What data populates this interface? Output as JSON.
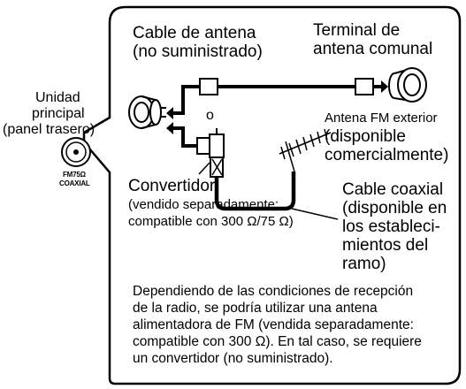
{
  "unit": {
    "line1": "Unidad",
    "line2": "principal",
    "line3": "(panel trasero)",
    "jack_label1": "FM75Ω",
    "jack_label2": "COAXIAL"
  },
  "antenna_cable": {
    "line1": "Cable de antena",
    "line2": "(no suministrado)"
  },
  "community_terminal": {
    "line1": "Terminal de",
    "line2": "antena comunal"
  },
  "or_label": "o",
  "outdoor_antenna": {
    "line1": "Antena FM exterior",
    "line2": "(disponible",
    "line3": "comercialmente)"
  },
  "converter": {
    "title": "Convertidor",
    "line1": "(vendido separadamente:",
    "line2": "compatible con 300 Ω/75 Ω)"
  },
  "coax_cable": {
    "line1": "Cable coaxial",
    "line2": "(disponible en",
    "line3": "los estableci-",
    "line4": "mientos del",
    "line5": "ramo)"
  },
  "note": {
    "line1": "Dependiendo de las condiciones de recepción",
    "line2": "de la radio, se podría utilizar una antena",
    "line3": "alimentadora de FM (vendida separadamente:",
    "line4": "compatible con 300 Ω). En tal caso, se requiere",
    "line5": "un convertidor (no suministrado)."
  }
}
